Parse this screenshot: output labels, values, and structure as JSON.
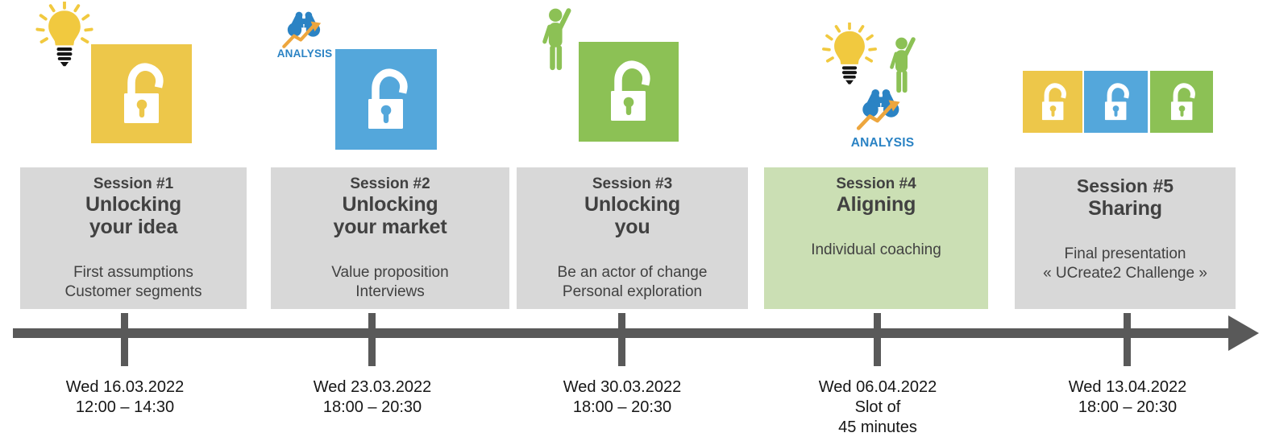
{
  "colors": {
    "yellow": "#edc74a",
    "blue": "#54a7db",
    "green": "#8cc155",
    "card_gray": "#d8d8d8",
    "card_green": "#cbdfb4",
    "timeline_gray": "#595959",
    "analysis_blue": "#2b83c4",
    "arrow_orange": "#eda63e",
    "bulb_yellow": "#f1c93f",
    "text_dark": "#414141"
  },
  "icons": {
    "analysis_label": "ANALYSIS"
  },
  "sessions": [
    {
      "label": "Session #1",
      "title": "Unlocking\nyour idea",
      "details": "First assumptions\nCustomer segments",
      "date": "Wed 16.03.2022\n12:00 – 14:30"
    },
    {
      "label": "Session #2",
      "title": "Unlocking\nyour market",
      "details": "Value proposition\nInterviews",
      "date": "Wed 23.03.2022\n18:00 – 20:30"
    },
    {
      "label": "Session #3",
      "title": "Unlocking\nyou",
      "details": "Be an actor of change\nPersonal exploration",
      "date": "Wed 30.03.2022\n18:00 – 20:30"
    },
    {
      "label": "Session #4",
      "title": "Aligning",
      "details": "Individual coaching",
      "date": "Wed 06.04.2022\nSlot of\n45 minutes"
    },
    {
      "label": "Session #5",
      "title": "Sharing",
      "details": "Final presentation\n« UCreate2 Challenge »",
      "date": "Wed 13.04.2022\n18:00 – 20:30"
    }
  ]
}
